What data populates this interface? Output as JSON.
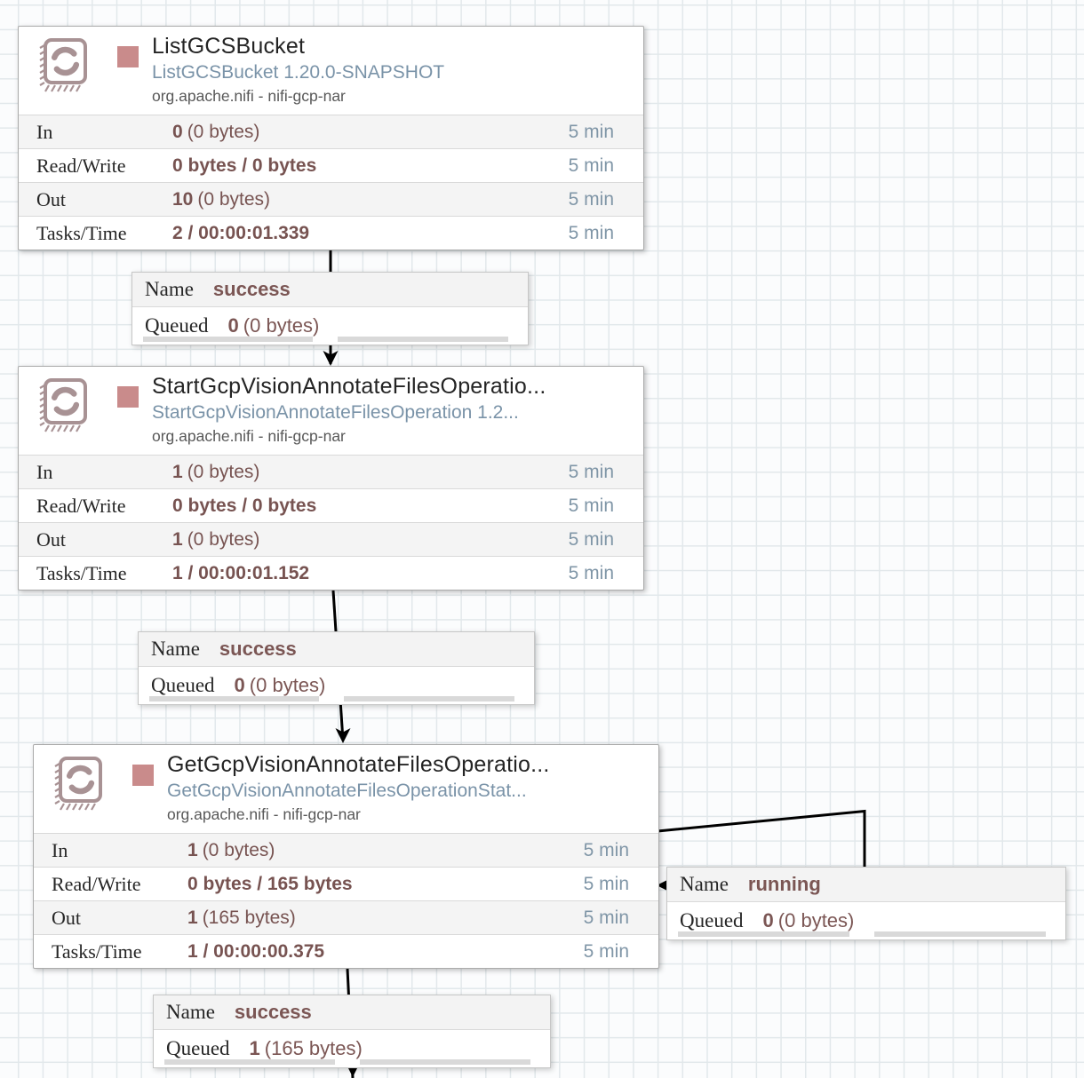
{
  "colors": {
    "stat_value": "#775351",
    "time_window": "#8096a7",
    "run_status_square": "#c98b8b",
    "processor_icon": "#a89294",
    "type_link": "#7a93a8",
    "connection_line": "#000000"
  },
  "processors": [
    {
      "title": "ListGCSBucket",
      "type": "ListGCSBucket 1.20.0-SNAPSHOT",
      "bundle": "org.apache.nifi - nifi-gcp-nar",
      "rows": [
        {
          "label": "In",
          "bold": "0",
          "rest": "(0 bytes)",
          "window": "5 min"
        },
        {
          "label": "Read/Write",
          "bold": "0 bytes / 0 bytes",
          "rest": "",
          "window": "5 min"
        },
        {
          "label": "Out",
          "bold": "10",
          "rest": "(0 bytes)",
          "window": "5 min"
        },
        {
          "label": "Tasks/Time",
          "bold": "2 / 00:00:01.339",
          "rest": "",
          "window": "5 min"
        }
      ]
    },
    {
      "title": "StartGcpVisionAnnotateFilesOperatio...",
      "type": "StartGcpVisionAnnotateFilesOperation 1.2...",
      "bundle": "org.apache.nifi - nifi-gcp-nar",
      "rows": [
        {
          "label": "In",
          "bold": "1",
          "rest": "(0 bytes)",
          "window": "5 min"
        },
        {
          "label": "Read/Write",
          "bold": "0 bytes / 0 bytes",
          "rest": "",
          "window": "5 min"
        },
        {
          "label": "Out",
          "bold": "1",
          "rest": "(0 bytes)",
          "window": "5 min"
        },
        {
          "label": "Tasks/Time",
          "bold": "1 / 00:00:01.152",
          "rest": "",
          "window": "5 min"
        }
      ]
    },
    {
      "title": "GetGcpVisionAnnotateFilesOperatio...",
      "type": "GetGcpVisionAnnotateFilesOperationStat...",
      "bundle": "org.apache.nifi - nifi-gcp-nar",
      "rows": [
        {
          "label": "In",
          "bold": "1",
          "rest": "(0 bytes)",
          "window": "5 min"
        },
        {
          "label": "Read/Write",
          "bold": "0 bytes / 165 bytes",
          "rest": "",
          "window": "5 min"
        },
        {
          "label": "Out",
          "bold": "1",
          "rest": "(165 bytes)",
          "window": "5 min"
        },
        {
          "label": "Tasks/Time",
          "bold": "1 / 00:00:00.375",
          "rest": "",
          "window": "5 min"
        }
      ]
    }
  ],
  "connections": [
    {
      "name_label": "Name",
      "name": "success",
      "queued_label": "Queued",
      "queued_bold": "0",
      "queued_rest": "(0 bytes)"
    },
    {
      "name_label": "Name",
      "name": "success",
      "queued_label": "Queued",
      "queued_bold": "0",
      "queued_rest": "(0 bytes)"
    },
    {
      "name_label": "Name",
      "name": "running",
      "queued_label": "Queued",
      "queued_bold": "0",
      "queued_rest": "(0 bytes)"
    },
    {
      "name_label": "Name",
      "name": "success",
      "queued_label": "Queued",
      "queued_bold": "1",
      "queued_rest": "(165 bytes)"
    }
  ]
}
